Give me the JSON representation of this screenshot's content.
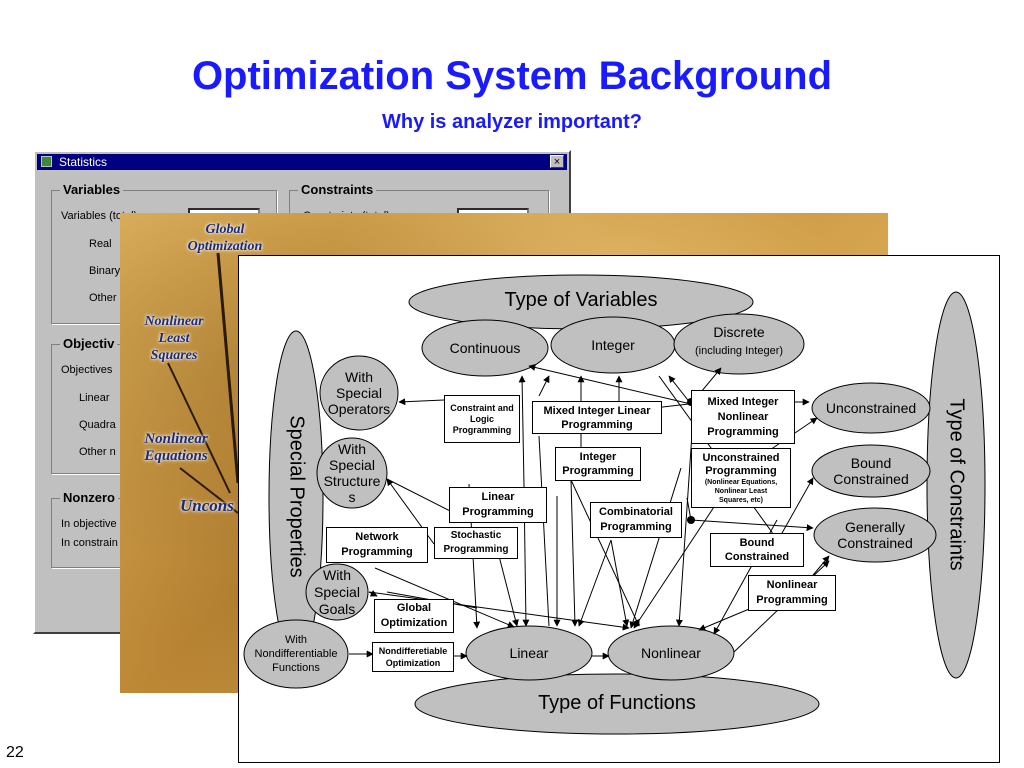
{
  "slide": {
    "title": "Optimization System Background",
    "subtitle": "Why is analyzer important?",
    "page_number": "22"
  },
  "stats_window": {
    "title": "Statistics",
    "close": "×",
    "variables": {
      "heading": "Variables",
      "rows": [
        "Variables (total)",
        "Real",
        "Binary",
        "Other"
      ]
    },
    "constraints": {
      "heading": "Constraints",
      "rows": [
        "Constraints (total)"
      ]
    },
    "objectives": {
      "heading": "Objectiv",
      "rows": [
        "Objectives",
        "Linear",
        "Quadra",
        "Other n"
      ]
    },
    "nonzeros": {
      "heading": "Nonzero",
      "rows": [
        "In objective",
        "In constrain"
      ]
    }
  },
  "parchment_labels": {
    "global_optimization": "Global\nOptimization",
    "nonlinear_least_squares": "Nonlinear\nLeast\nSquares",
    "nonlinear_equations": "Nonlinear\nEquations",
    "unconstrained": "Uncons"
  },
  "diagram": {
    "type_of_variables": "Type of Variables",
    "type_of_functions": "Type of Functions",
    "special_properties": "Special Properties",
    "type_of_constraints": "Type of Constraints",
    "variables": {
      "continuous": "Continuous",
      "integer": "Integer",
      "discrete": "Discrete",
      "discrete_note": "(including Integer)"
    },
    "functions": {
      "linear": "Linear",
      "nonlinear": "Nonlinear"
    },
    "constraints": {
      "unconstrained": "Unconstrained",
      "bound": "Bound\nConstrained",
      "general": "Generally\nConstrained"
    },
    "properties": {
      "operators": "With\nSpecial\nOperators",
      "structures": "With\nSpecial\nStructure\ns",
      "goals": "With\nSpecial\nGoals",
      "nondiff": "With\nNondifferentiable\nFunctions"
    },
    "boxes": {
      "clp": "Constraint and\nLogic\nProgramming",
      "milp": "Mixed Integer Linear\nProgramming",
      "minlp": "Mixed Integer\nNonlinear\nProgramming",
      "ip": "Integer\nProgramming",
      "unc": "Unconstrained\nProgramming",
      "unc_note": "(Nonlinear Equations,\nNonlinear Least\nSquares, etc)",
      "lp": "Linear\nProgramming",
      "comb": "Combinatorial\nProgramming",
      "net": "Network\nProgramming",
      "stoch": "Stochastic\nProgramming",
      "bound": "Bound\nConstrained",
      "nlp": "Nonlinear\nProgramming",
      "glob": "Global\nOptimization",
      "nondiff": "Nondifferetiable\nOptimization"
    }
  },
  "colors": {
    "title": "#1a1aff",
    "ellipse_fill": "#c0c0c0",
    "dialog_titlebar": "#000080"
  }
}
